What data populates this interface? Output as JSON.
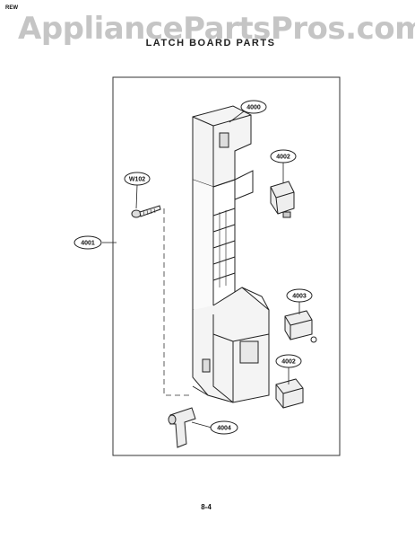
{
  "page": {
    "corner_mark": "REW",
    "watermark": "AppliancePartsPros.com",
    "title": "LATCH BOARD PARTS",
    "page_number": "8-4"
  },
  "callouts": [
    {
      "id": "c4000",
      "label": "4000"
    },
    {
      "id": "c4002a",
      "label": "4002"
    },
    {
      "id": "cW102",
      "label": "W102"
    },
    {
      "id": "c4001",
      "label": "4001"
    },
    {
      "id": "c4003",
      "label": "4003"
    },
    {
      "id": "c4002b",
      "label": "4002"
    },
    {
      "id": "c4004",
      "label": "4004"
    }
  ]
}
